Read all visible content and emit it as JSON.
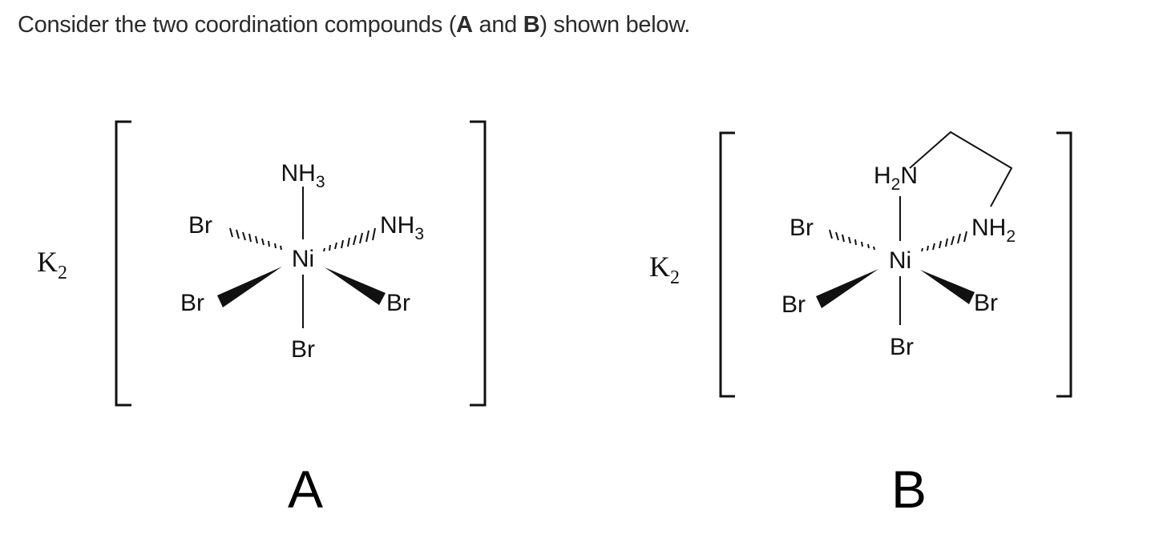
{
  "question": {
    "prefix": "Consider the two coordination compounds (",
    "a_letter": "A",
    "and_word": " and ",
    "b_letter": "B",
    "suffix": ") shown below."
  },
  "compound_a": {
    "counter_ion": "K",
    "counter_ion_sub": "2",
    "center": "Ni",
    "top_ligand": "NH",
    "top_ligand_sub": "3",
    "upper_left_ligand": "Br",
    "upper_right_ligand": "NH",
    "upper_right_ligand_sub": "3",
    "lower_left_ligand": "Br",
    "lower_right_ligand": "Br",
    "bottom_ligand": "Br",
    "label": "A"
  },
  "compound_b": {
    "counter_ion": "K",
    "counter_ion_sub": "2",
    "center": "Ni",
    "top_ligand_pre": "H",
    "top_ligand_sub": "2",
    "top_ligand_post": "N",
    "upper_left_ligand": "Br",
    "upper_right_ligand": "NH",
    "upper_right_ligand_sub": "2",
    "lower_left_ligand": "Br",
    "lower_right_ligand": "Br",
    "bottom_ligand": "Br",
    "label": "B"
  }
}
